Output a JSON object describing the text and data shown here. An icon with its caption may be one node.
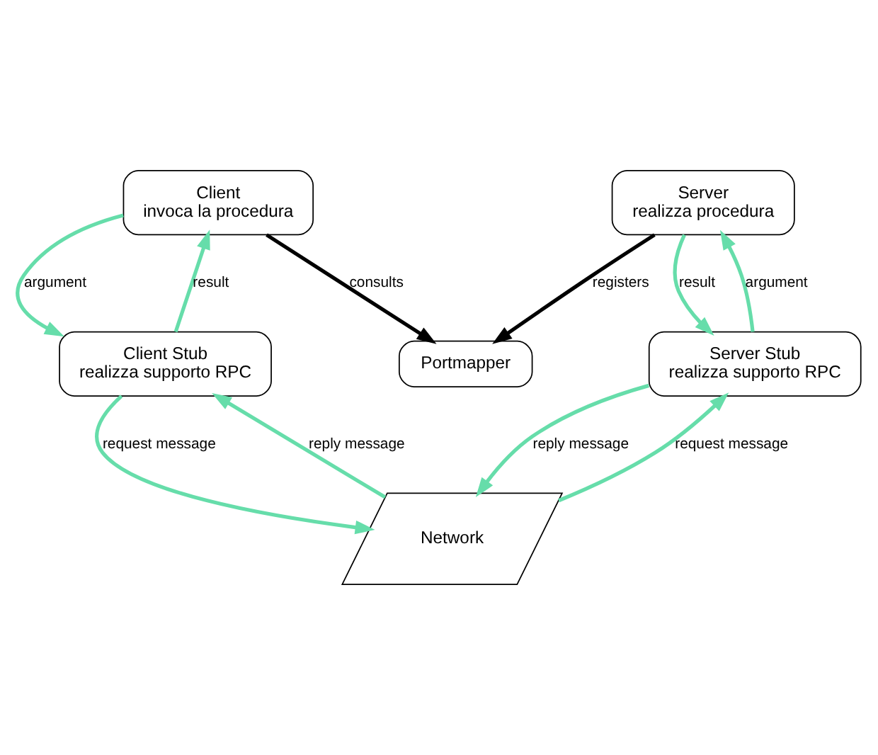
{
  "diagram": {
    "nodes": [
      {
        "text": [
          "Portmapper"
        ]
      },
      {
        "text": [
          "Client",
          "invoca la procedura"
        ]
      },
      {
        "text": [
          "Server",
          "realizza procedura"
        ]
      },
      {
        "text": [
          "Client Stub",
          "realizza supporto RPC"
        ]
      },
      {
        "text": [
          "Server Stub",
          "realizza supporto RPC"
        ]
      },
      {
        "text": [
          "Network"
        ]
      }
    ],
    "edges": [
      {
        "from": 1,
        "to": 0,
        "arrow": "to",
        "label": "consults",
        "color": "#000000"
      },
      {
        "from": 2,
        "to": 0,
        "arrow": "to",
        "label": "registers",
        "color": "#000000"
      },
      {
        "from": 1,
        "to": 3,
        "arrow": "to",
        "label": "argument"
      },
      {
        "from": 3,
        "to": 1,
        "arrow": "to",
        "label": "result"
      },
      {
        "from": 3,
        "to": 5,
        "arrow": "to",
        "label": "request message"
      },
      {
        "from": 5,
        "to": 3,
        "arrow": "to",
        "label": "reply message"
      },
      {
        "from": 5,
        "to": 4,
        "arrow": "to",
        "label": "request message"
      },
      {
        "from": 4,
        "to": 5,
        "arrow": "to",
        "label": "reply message"
      },
      {
        "from": 4,
        "to": 2,
        "arrow": "to",
        "label": "argument"
      },
      {
        "from": 2,
        "to": 4,
        "arrow": "to",
        "label": "result"
      }
    ]
  }
}
